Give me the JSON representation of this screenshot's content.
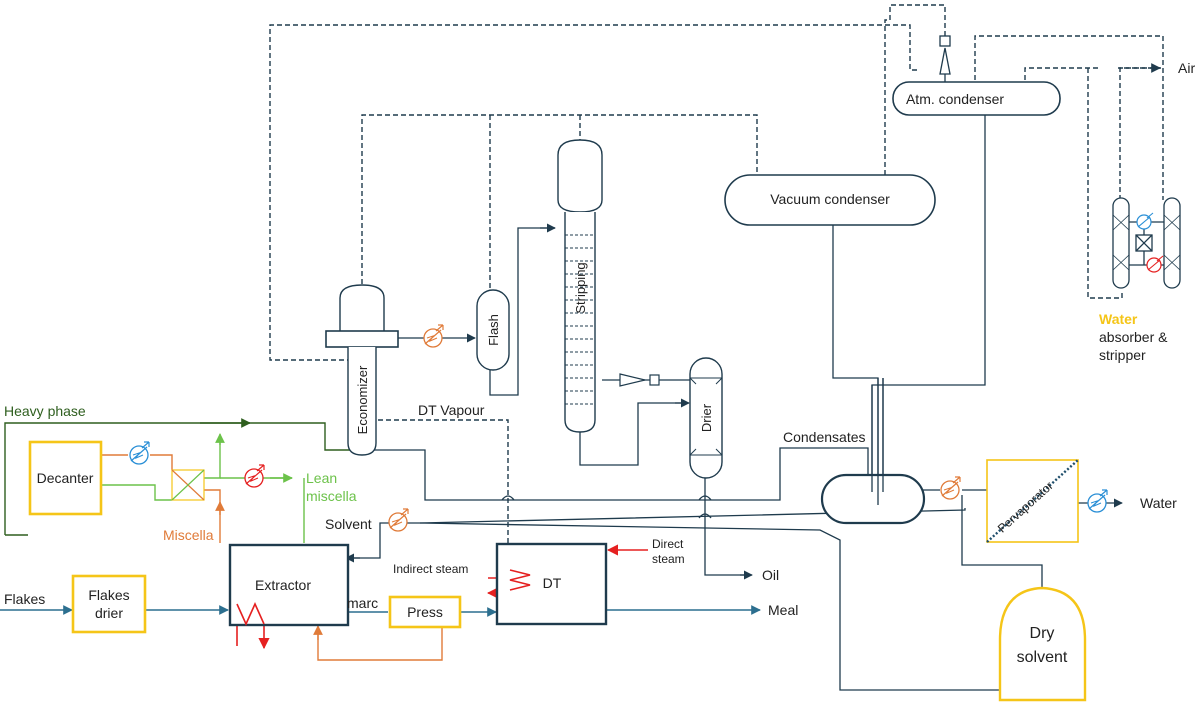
{
  "units": {
    "decanter": "Decanter",
    "flakes_drier": [
      "Flakes",
      "drier"
    ],
    "extractor": "Extractor",
    "press": "Press",
    "dt": "DT",
    "economizer": "Economizer",
    "flash": "Flash",
    "stripping": "Stripping",
    "drier": "Drier",
    "vacuum_condenser": "Vacuum condenser",
    "atm_condenser": "Atm. condenser",
    "pervaporator": "Pervaporator",
    "dry_solvent": [
      "Dry",
      "solvent"
    ]
  },
  "streams": {
    "flakes": "Flakes",
    "heavy_phase": "Heavy phase",
    "lean_miscella": [
      "Lean",
      "miscella"
    ],
    "miscella": "Miscella",
    "solvent": "Solvent",
    "marc": "marc",
    "indirect_steam": "Indirect steam",
    "direct_steam": [
      "Direct",
      "steam"
    ],
    "oil": "Oil",
    "meal": "Meal",
    "dt_vapour": "DT Vapour",
    "condensates": "Condensates",
    "air": "Air",
    "water_out": "Water"
  },
  "absorber": {
    "highlight": "Water",
    "line1": "absorber &",
    "line2": "stripper"
  },
  "colors": {
    "process_line": "#1f4e6b",
    "dashed_line": "#1f3b4d",
    "heavy_phase": "#2e5e1e",
    "lean_miscella": "#6cc24a",
    "miscella": "#e07b39",
    "unit_highlight": "#f5c518",
    "heating": "#e52020",
    "cooling": "#2a8fd6",
    "flakes_line": "#2c6f8f"
  }
}
